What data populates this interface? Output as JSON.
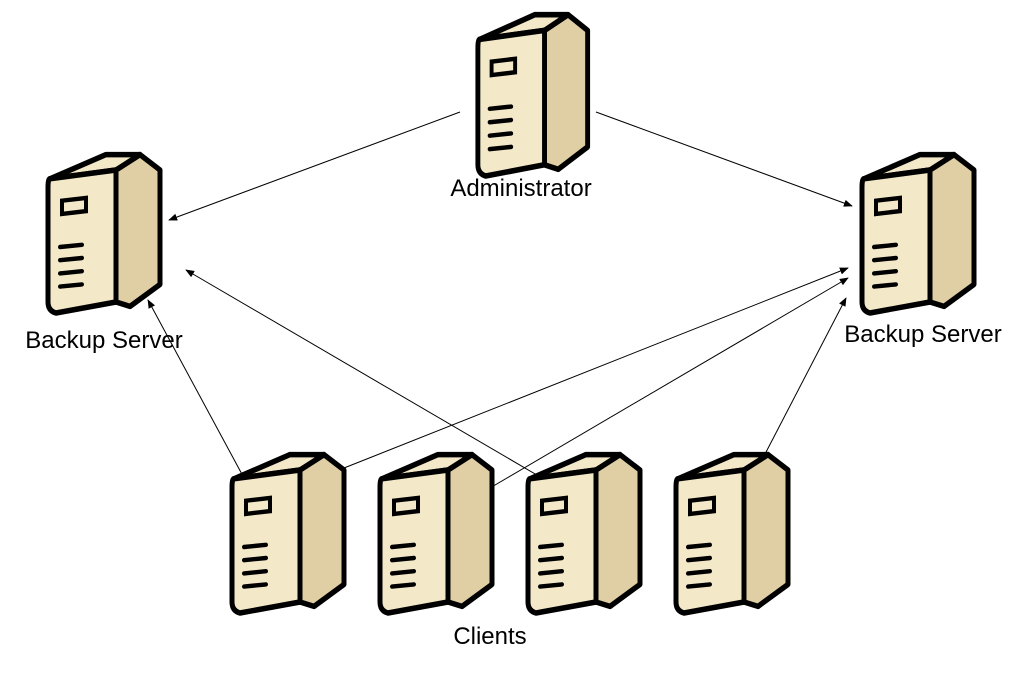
{
  "labels": {
    "administrator": "Administrator",
    "backup_left": "Backup Server",
    "backup_right": "Backup Server",
    "clients": "Clients"
  },
  "nodes": [
    {
      "id": "administrator",
      "icon": "server-icon"
    },
    {
      "id": "backup-server-left",
      "icon": "server-icon"
    },
    {
      "id": "backup-server-right",
      "icon": "server-icon"
    },
    {
      "id": "client-1",
      "icon": "server-icon"
    },
    {
      "id": "client-2",
      "icon": "server-icon"
    },
    {
      "id": "client-3",
      "icon": "server-icon"
    },
    {
      "id": "client-4",
      "icon": "server-icon"
    }
  ],
  "edges": [
    {
      "from": "administrator",
      "to": "backup-server-left"
    },
    {
      "from": "administrator",
      "to": "backup-server-right"
    },
    {
      "from": "client-1",
      "to": "backup-server-left"
    },
    {
      "from": "client-3",
      "to": "backup-server-left"
    },
    {
      "from": "client-1",
      "to": "backup-server-right"
    },
    {
      "from": "client-2",
      "to": "backup-server-right"
    },
    {
      "from": "client-4",
      "to": "backup-server-right"
    }
  ],
  "colors": {
    "server_front": "#f3e8c8",
    "server_side": "#e0cfa4",
    "outline": "#000000",
    "background": "#ffffff"
  }
}
